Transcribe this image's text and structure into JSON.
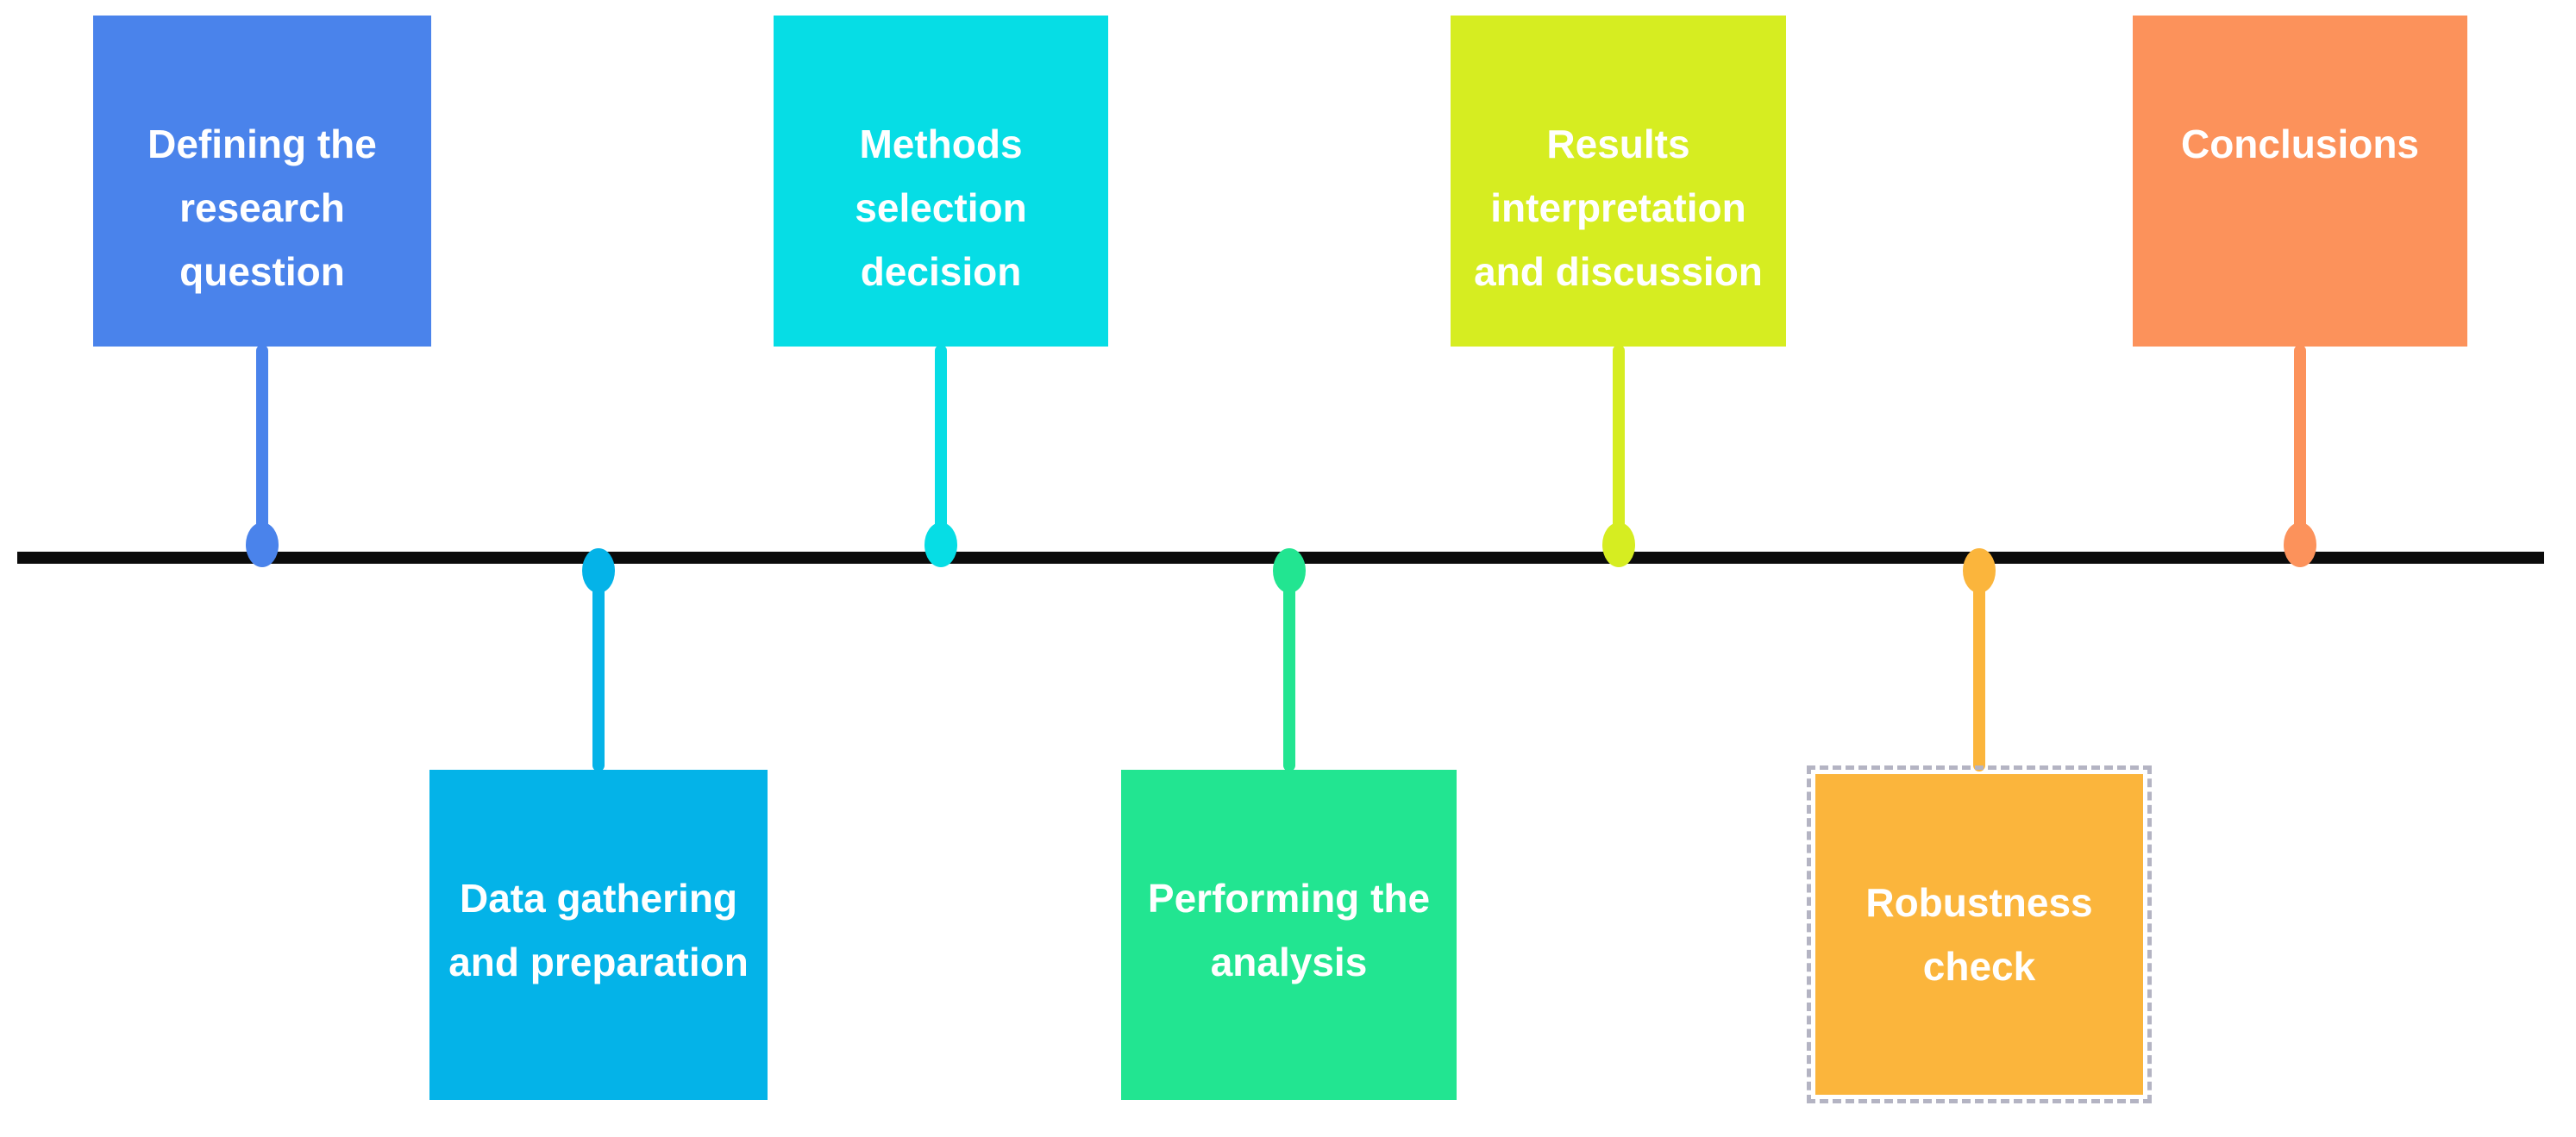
{
  "timeline": {
    "axis_color": "#0b0b0b",
    "text_color": "#ffffff",
    "steps": [
      {
        "label": "Defining the research question",
        "lines": [
          "Defining the",
          "research",
          "question"
        ],
        "color": "#4a83eb",
        "side": "top",
        "border": "solid"
      },
      {
        "label": "Data gathering and preparation",
        "lines": [
          "Data gathering",
          "and preparation"
        ],
        "color": "#04b3e8",
        "side": "bottom",
        "border": "solid"
      },
      {
        "label": "Methods selection decision",
        "lines": [
          "Methods",
          "selection",
          "decision"
        ],
        "color": "#06dde5",
        "side": "top",
        "border": "solid"
      },
      {
        "label": "Performing the analysis",
        "lines": [
          "Performing the",
          "analysis"
        ],
        "color": "#22e591",
        "side": "bottom",
        "border": "solid"
      },
      {
        "label": "Results interpretation and discussion",
        "lines": [
          "Results",
          "interpretation",
          "and discussion"
        ],
        "color": "#d6ed21",
        "side": "top",
        "border": "solid"
      },
      {
        "label": "Robustness check",
        "lines": [
          "Robustness",
          "check"
        ],
        "color": "#fbb53c",
        "side": "bottom",
        "border": "dashed",
        "border_color": "#b4b4c3"
      },
      {
        "label": "Conclusions",
        "lines": [
          "Conclusions"
        ],
        "color": "#fc925b",
        "side": "top",
        "border": "solid"
      }
    ]
  }
}
